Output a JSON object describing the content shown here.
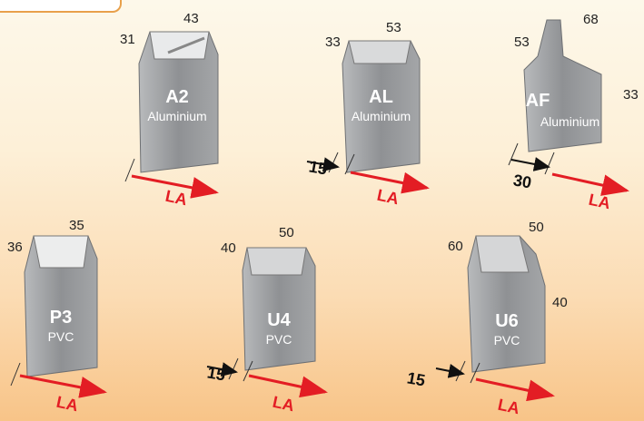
{
  "profiles": [
    {
      "code": "A2",
      "material": "Aluminium",
      "dims": [
        "31",
        "43"
      ],
      "la": "LA"
    },
    {
      "code": "AL",
      "material": "Aluminium",
      "dims": [
        "33",
        "53"
      ],
      "gap": "15",
      "la": "LA"
    },
    {
      "code": "AF",
      "material": "Aluminium",
      "dims": [
        "53",
        "68",
        "33"
      ],
      "gap": "30",
      "la": "LA"
    },
    {
      "code": "P3",
      "material": "PVC",
      "dims": [
        "36",
        "35"
      ],
      "la": "LA"
    },
    {
      "code": "U4",
      "material": "PVC",
      "dims": [
        "40",
        "50"
      ],
      "gap": "15",
      "la": "LA"
    },
    {
      "code": "U6",
      "material": "PVC",
      "dims": [
        "60",
        "50",
        "40"
      ],
      "gap": "15",
      "la": "LA"
    }
  ],
  "colors": {
    "profile": "#9a9c9f",
    "profile_light": "#c4c6c8",
    "profile_dark": "#6e7073",
    "arrow": "#e31d24",
    "accent": "#e8a04a"
  }
}
